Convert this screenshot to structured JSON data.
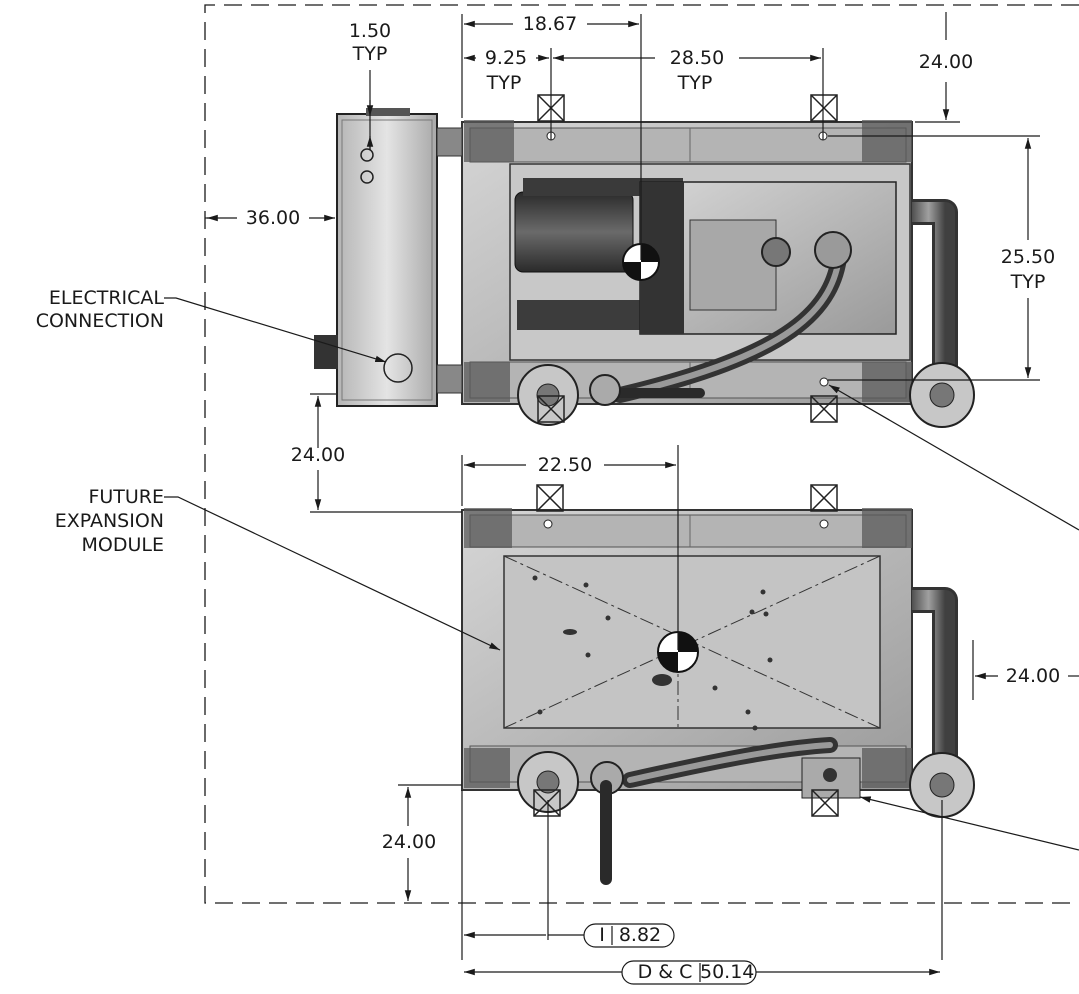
{
  "dims": {
    "d_18_67": "18.67",
    "d_1_50": "1.50",
    "d_1_50_typ": "TYP",
    "d_9_25": "9.25",
    "d_9_25_typ": "TYP",
    "d_28_50": "28.50",
    "d_28_50_typ": "TYP",
    "d_24_top": "24.00",
    "d_36": "36.00",
    "d_25_50": "25.50",
    "d_25_50_typ": "TYP",
    "d_24_left_mid": "24.00",
    "d_22_50": "22.50",
    "d_24_right": "24.00",
    "d_24_left_bottom": "24.00"
  },
  "callouts": {
    "electrical_line1": "ELECTRICAL",
    "electrical_line2": "CONNECTION",
    "future_line1": "FUTURE",
    "future_line2": "EXPANSION",
    "future_line3": "MODULE"
  },
  "balloons": {
    "inlet_letter": "I",
    "inlet_value": "8.82",
    "dc_letter": "D & C",
    "dc_value": "50.14"
  },
  "colors": {
    "line": "#1a1a1a",
    "frame": "#8e8e8e",
    "panel": "#bdbdbd",
    "dark": "#3a3a3a"
  }
}
